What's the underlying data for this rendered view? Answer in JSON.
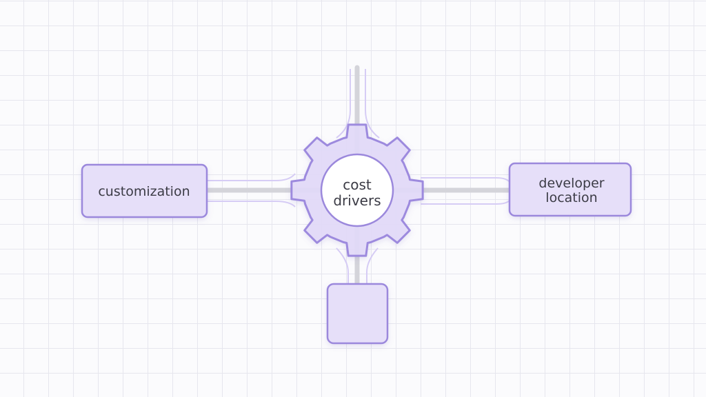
{
  "diagram": {
    "center": {
      "line1": "cost",
      "line2": "drivers"
    },
    "left_node": {
      "label": "customization"
    },
    "right_node": {
      "line1": "developer",
      "line2": "location"
    },
    "bottom_node": {
      "label": ""
    }
  },
  "colors": {
    "accent": "#9b88dc",
    "node_fill": "#e6dff9",
    "gear_fill": "#e2daf8",
    "gear_stroke": "#9d8ade",
    "connector": "#d8d8de",
    "connector_glow": "#c9bdf1",
    "grid": "#e6e6ee",
    "text": "#3b3b45"
  }
}
